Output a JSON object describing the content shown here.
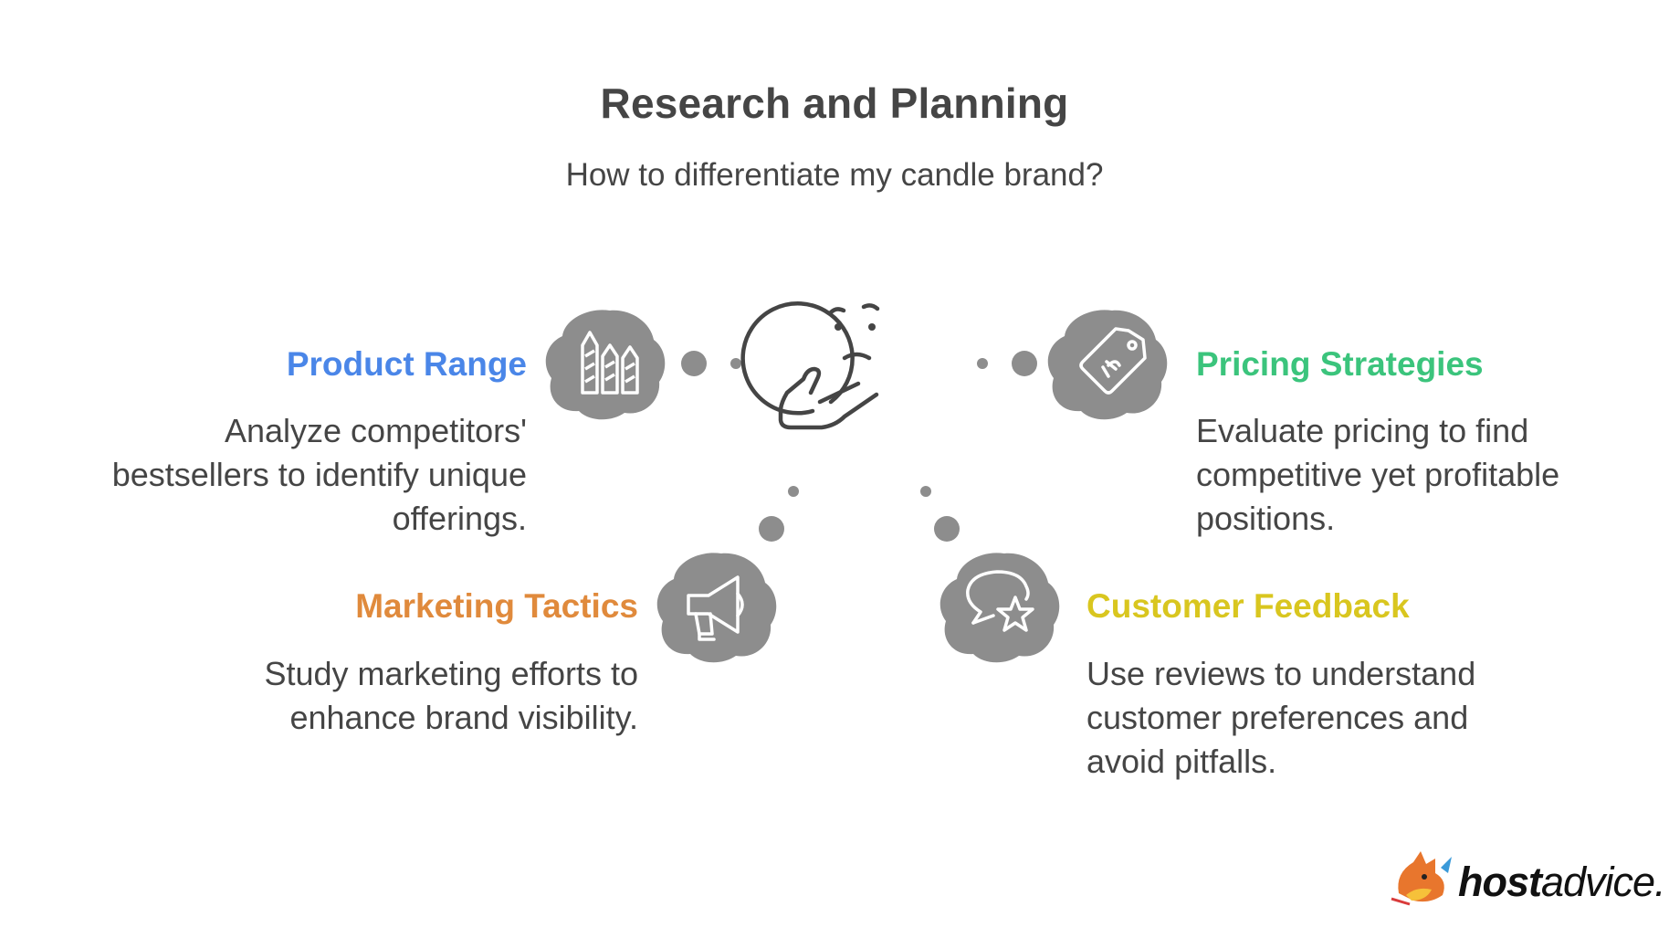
{
  "title": "Research and Planning",
  "subtitle": "How to differentiate my candle brand?",
  "items": [
    {
      "heading": "Product Range",
      "description": "Analyze competitors'\nbestsellers to identify unique\nofferings.",
      "icon": "candles-icon",
      "color": "#4a86e8"
    },
    {
      "heading": "Pricing Strategies",
      "description": "Evaluate pricing to find\ncompetitive yet profitable\npositions.",
      "icon": "price-tag-icon",
      "color": "#3bc47c"
    },
    {
      "heading": "Marketing Tactics",
      "description": "Study marketing efforts to\nenhance brand visibility.",
      "icon": "megaphone-icon",
      "color": "#e08a3c"
    },
    {
      "heading": "Customer Feedback",
      "description": "Use reviews to understand\ncustomer preferences and\navoid pitfalls.",
      "icon": "speech-bubble-star-icon",
      "color": "#d9c61f"
    }
  ],
  "center_icon": "thinking-face-icon",
  "icon_fill": "#8d8d8d",
  "text_color": "#454545",
  "brand": {
    "bold": "host",
    "light": "advice."
  }
}
